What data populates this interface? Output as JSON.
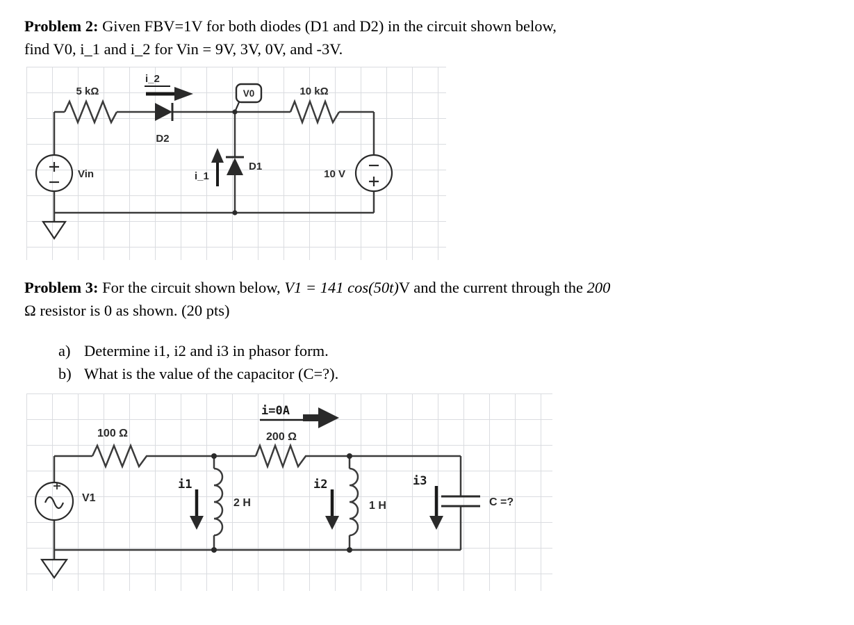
{
  "problem2": {
    "title": "Problem 2:",
    "line1_rest": " Given FBV=1V for both diodes (D1 and D2) in the circuit shown below,",
    "line2": "find V0, i_1 and i_2 for Vin = 9V, 3V, 0V, and -3V."
  },
  "circuit1": {
    "r1": "5 kΩ",
    "i2": "i_2",
    "d2": "D2",
    "v0": "V0",
    "r2": "10 kΩ",
    "d1": "D1",
    "i1": "i_1",
    "vin": "Vin",
    "vsrc": "10 V"
  },
  "problem3": {
    "title": "Problem 3:",
    "line1_pre": " For the circuit shown below, ",
    "line1_math": "V1 = 141 cos(50t)",
    "line1_mid": "V and the current through the ",
    "line1_num": "200",
    "line2": "Ω resistor is 0 as shown. (20 pts)",
    "items": [
      {
        "marker": "a)",
        "text": "Determine i1, i2 and i3 in phasor form."
      },
      {
        "marker": "b)",
        "text": "What is the value of the capacitor (C=?)."
      }
    ]
  },
  "circuit2": {
    "r1": "100 Ω",
    "i0": "i=0A",
    "r2": "200 Ω",
    "v1": "V1",
    "i1": "i1",
    "l1": "2 H",
    "i2": "i2",
    "l2": "1 H",
    "i3": "i3",
    "cap": "C =?"
  }
}
